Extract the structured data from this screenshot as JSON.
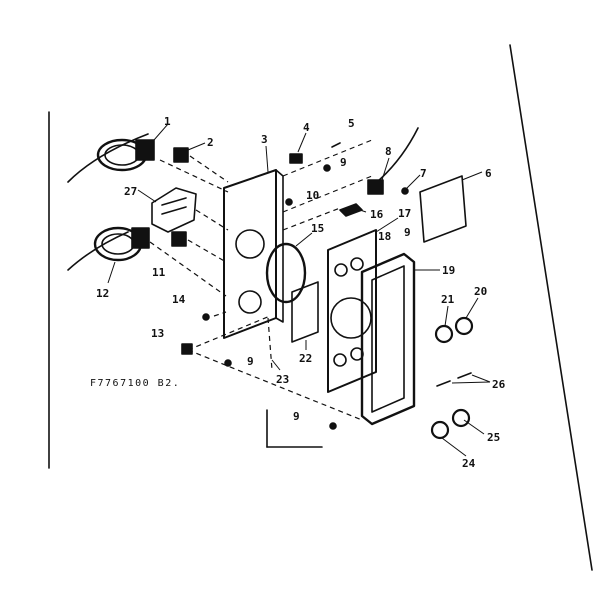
{
  "diagram": {
    "drawing_code": "F7767100 B2.",
    "part_numbers": [
      "1",
      "2",
      "3",
      "4",
      "5",
      "6",
      "7",
      "8",
      "9",
      "9",
      "9",
      "9",
      "10",
      "11",
      "12",
      "13",
      "14",
      "15",
      "16",
      "17",
      "18",
      "19",
      "20",
      "21",
      "22",
      "23",
      "24",
      "25",
      "26",
      "27"
    ]
  },
  "colors": {
    "ink": "#111111",
    "paper": "#ffffff"
  }
}
